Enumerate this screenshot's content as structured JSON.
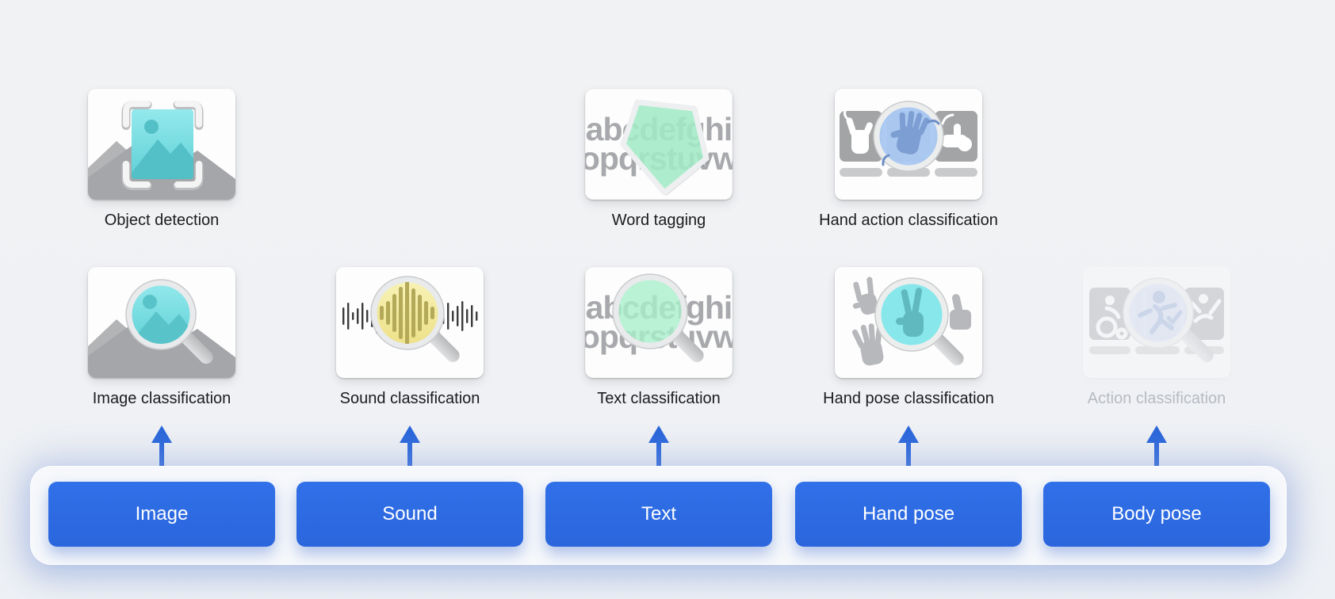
{
  "palette": {
    "accent_blue": "#2d6be3",
    "arrow_blue": "#2a66da",
    "background": "#f0f1f4",
    "label_text": "#1c1c1e",
    "disabled_text": "#b7bbc2"
  },
  "letters": {
    "line1": "abcdefghi",
    "line2": "opqrstuvw"
  },
  "templates": {
    "row1": [
      {
        "id": "object-detection",
        "label": "Object detection",
        "column": 1,
        "enabled": true
      },
      {
        "id": "word-tagging",
        "label": "Word tagging",
        "column": 3,
        "enabled": true
      },
      {
        "id": "hand-action-classification",
        "label": "Hand action classification",
        "column": 4,
        "enabled": true
      }
    ],
    "row2": [
      {
        "id": "image-classification",
        "label": "Image classification",
        "column": 1,
        "enabled": true
      },
      {
        "id": "sound-classification",
        "label": "Sound classification",
        "column": 2,
        "enabled": true
      },
      {
        "id": "text-classification",
        "label": "Text classification",
        "column": 3,
        "enabled": true
      },
      {
        "id": "hand-pose-classification",
        "label": "Hand pose classification",
        "column": 4,
        "enabled": true
      },
      {
        "id": "action-classification",
        "label": "Action classification",
        "column": 5,
        "enabled": false
      }
    ]
  },
  "input_buttons": [
    {
      "id": "image",
      "label": "Image"
    },
    {
      "id": "sound",
      "label": "Sound"
    },
    {
      "id": "text",
      "label": "Text"
    },
    {
      "id": "hand-pose",
      "label": "Hand pose"
    },
    {
      "id": "body-pose",
      "label": "Body pose"
    }
  ]
}
